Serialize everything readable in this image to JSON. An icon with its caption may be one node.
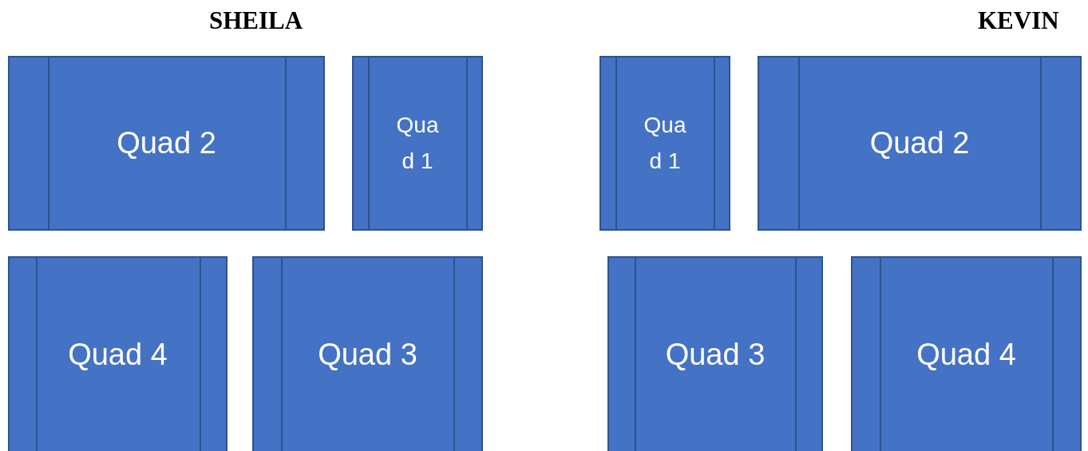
{
  "diagram": {
    "nodes": [
      {
        "text": [
          "Quad 2"
        ]
      },
      {
        "text": [
          "Quad 1"
        ]
      },
      {
        "text": [
          "Quad 1"
        ]
      },
      {
        "text": [
          "Quad 2"
        ]
      },
      {
        "text": [
          "Quad 4"
        ]
      },
      {
        "text": [
          "Quad 3"
        ]
      },
      {
        "text": [
          "Quad 3"
        ]
      },
      {
        "text": [
          "Quad 4"
        ]
      }
    ],
    "edges": [],
    "labels": [
      "SHEILA",
      "KEVIN"
    ]
  }
}
